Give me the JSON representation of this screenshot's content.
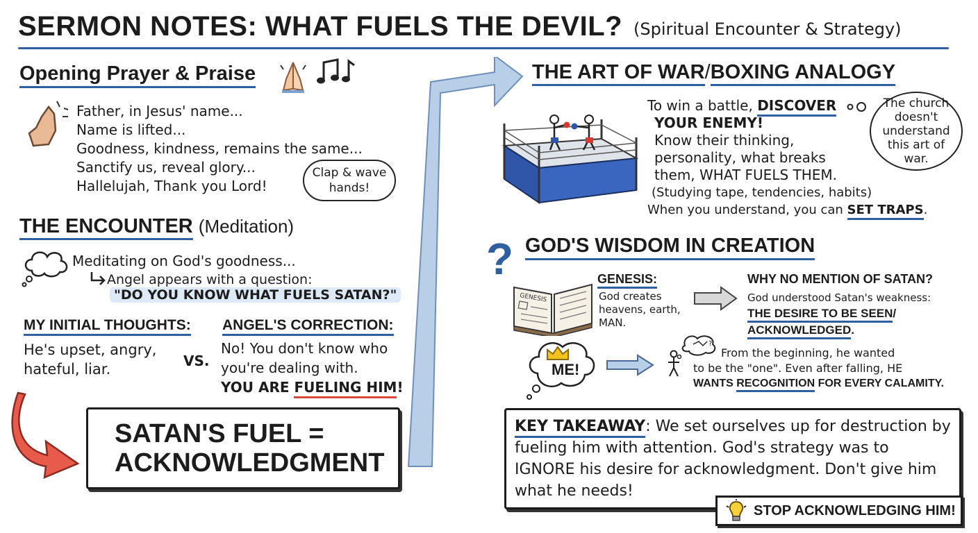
{
  "header": {
    "title": "SERMON NOTES: WHAT FUELS THE DEVIL?",
    "subtitle": "(Spiritual Encounter & Strategy)"
  },
  "opening": {
    "title": "Opening Prayer & Praise",
    "lines": [
      "Father, in Jesus' name...",
      "Name is lifted...",
      "Goodness, kindness, remains the same...",
      "Sanctify us, reveal glory...",
      "Hallelujah, Thank you Lord!"
    ],
    "bubble": "Clap & wave hands!"
  },
  "encounter": {
    "title": "THE ENCOUNTER",
    "title_suffix": "(Meditation)",
    "line1": "Meditating on God's goodness...",
    "line2": "Angel appears with a question:",
    "question": "\"DO YOU KNOW WHAT FUELS SATAN?\"",
    "thoughts_title": "MY INITIAL THOUGHTS:",
    "thoughts_text": [
      "He's upset, angry,",
      "hateful, liar."
    ],
    "vs": "VS.",
    "correction_title": "ANGEL'S CORRECTION:",
    "correction_text": [
      "No! You don't know who",
      "you're dealing with."
    ],
    "correction_lead": "YOU ARE",
    "correction_emph": "FUELING HIM",
    "correction_end": "!"
  },
  "fuel": {
    "line1": "SATAN'S FUEL =",
    "line2": "ACKNOWLEDGMENT"
  },
  "war": {
    "title_a": "THE ART OF WAR",
    "slash": "/",
    "title_b": "BOXING ANALOGY",
    "p1_lead": "To win a battle,",
    "p1_emph": "DISCOVER",
    "p1_line2": "YOUR ENEMY!",
    "p2": [
      "Know their thinking,",
      "personality, what breaks",
      "them, WHAT FUELS THEM."
    ],
    "p3": "(Studying tape, tendencies, habits)",
    "p4_lead": "When you understand, you can",
    "p4_emph": "SET TRAPS",
    "p4_end": ".",
    "bubble": "The church doesn't understand this art of war."
  },
  "wisdom": {
    "title": "GOD'S WISDOM IN CREATION",
    "book_label": "GENESIS",
    "genesis_title": "GENESIS:",
    "genesis_text": [
      "God creates",
      "heavens, earth,",
      "MAN."
    ],
    "why_title": "WHY NO MENTION OF SATAN?",
    "why_text": "God understood Satan's weakness:",
    "why_emph_1": "THE DESIRE TO BE SEEN",
    "why_slash": "/",
    "why_emph_2": "ACKNOWLEDGED",
    "why_end": ".",
    "me_bubble": "ME!",
    "begin_text": [
      "From the beginning, he wanted",
      "to be the \"one\". Even after falling, HE"
    ],
    "begin_lead": "WANTS",
    "begin_emph": "RECOGNITION",
    "begin_end": "FOR EVERY CALAMITY."
  },
  "takeaway": {
    "label": "KEY TAKEAWAY",
    "text": ": We set ourselves up for destruction by fueling him with attention. God's strategy was to IGNORE his desire for acknowledgment. Don't give him what he needs!",
    "stop": "STOP ACKNOWLEDGING HIM!"
  },
  "colors": {
    "accent_blue": "#2f5f9e",
    "highlight_blue": "#dde9f6",
    "arrow_blue": "#b9cfe8",
    "accent_red": "#d94a3d",
    "ring_blue": "#2f56a8",
    "ink": "#1c1c1c"
  },
  "icons": [
    "praying-hands-icon",
    "music-notes-icon",
    "thought-cloud-icon",
    "return-arrow-icon",
    "curved-red-arrow-icon",
    "big-blue-arrow-icon",
    "boxing-ring-icon",
    "question-mark-icon",
    "open-bible-icon",
    "right-arrow-icon",
    "crown-icon",
    "stick-figure-icon",
    "lightbulb-icon"
  ]
}
